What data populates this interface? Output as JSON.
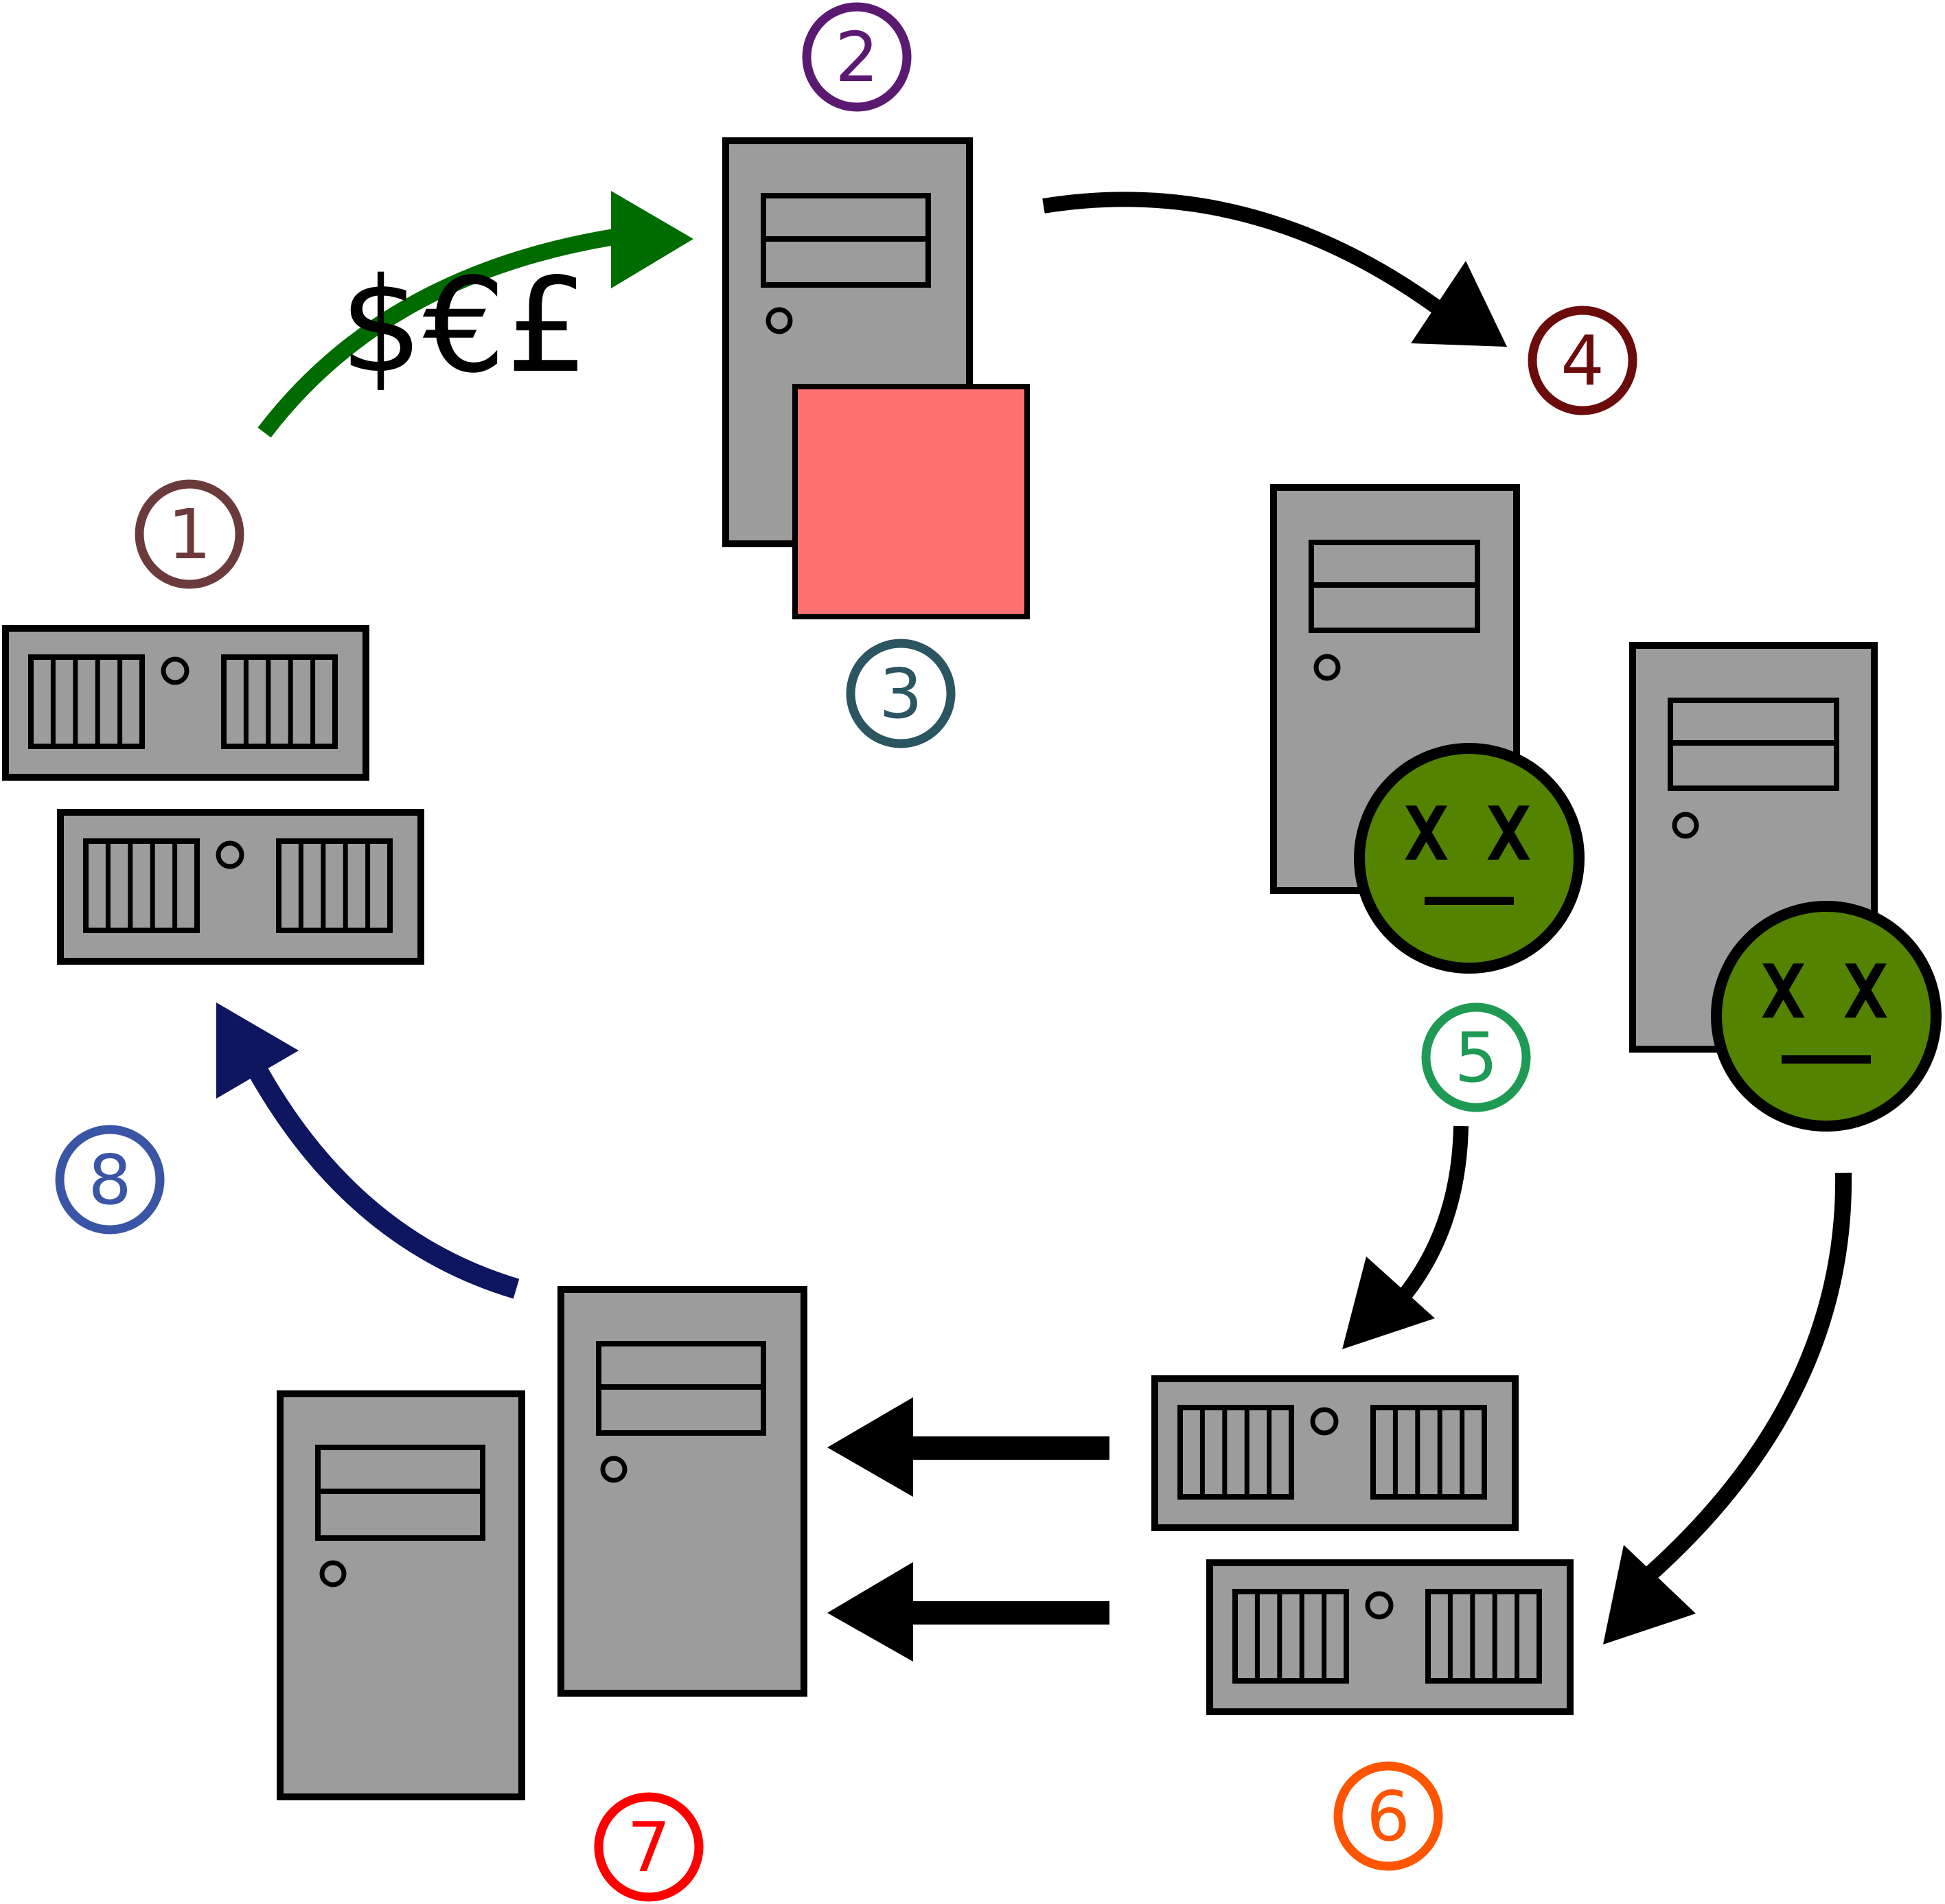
{
  "diagram": {
    "currency_label": "$€£",
    "steps": [
      {
        "id": 1,
        "label": "1",
        "color": "#6b3b3b"
      },
      {
        "id": 2,
        "label": "2",
        "color": "#5a1a72"
      },
      {
        "id": 3,
        "label": "3",
        "color": "#2b5560"
      },
      {
        "id": 4,
        "label": "4",
        "color": "#6b0b0b"
      },
      {
        "id": 5,
        "label": "5",
        "color": "#1e9a55"
      },
      {
        "id": 6,
        "label": "6",
        "color": "#ff5500"
      },
      {
        "id": 7,
        "label": "7",
        "color": "#ff0000"
      },
      {
        "id": 8,
        "label": "8",
        "color": "#3a55a5"
      }
    ],
    "dead_face_eye_glyph": "X",
    "colors": {
      "server": "#9c9c9c",
      "malware_box": "#fd7070",
      "payment_arrow": "#006c00",
      "return_arrow": "#0e1660",
      "infection_arrow": "#000000",
      "dead_face": "#538300"
    },
    "icons": [
      "tower-server-icon",
      "rack-server-icon",
      "malware-box-icon",
      "dead-face-icon",
      "currency-icon",
      "arrow-icon"
    ]
  }
}
